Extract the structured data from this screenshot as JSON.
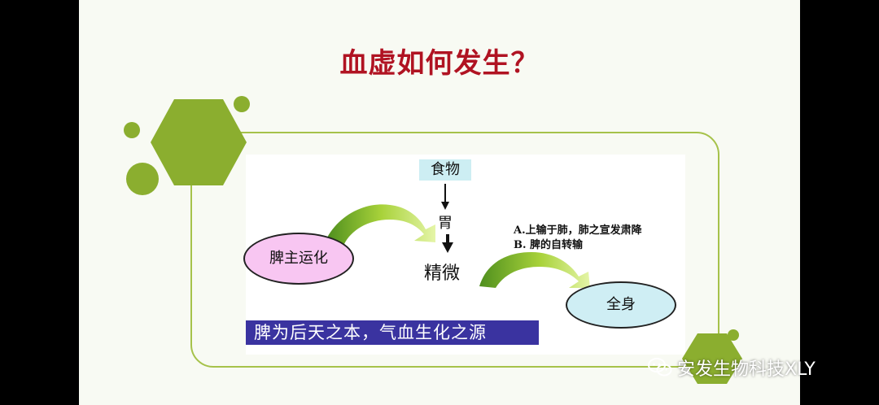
{
  "title": "血虚如何发生？",
  "diagram": {
    "food": "食物",
    "stomach": "胃",
    "essence": "精微",
    "spleen": "脾主运化",
    "whole_body": "全身",
    "note_a": "A.上输于肺，肺之宣发肃降",
    "note_b": "B. 脾的自转输",
    "banner": "脾为后天之本，气血生化之源"
  },
  "watermark": {
    "icon": "wechat-icon",
    "text": "安发生物科技XLY"
  },
  "colors": {
    "title": "#b01322",
    "accent_green": "#8bae2f",
    "frame_green": "#a6c24a",
    "food_box": "#cdeef3",
    "spleen_ellipse": "#f8c6f2",
    "body_ellipse": "#cfeef4",
    "banner": "#3a33a0"
  }
}
